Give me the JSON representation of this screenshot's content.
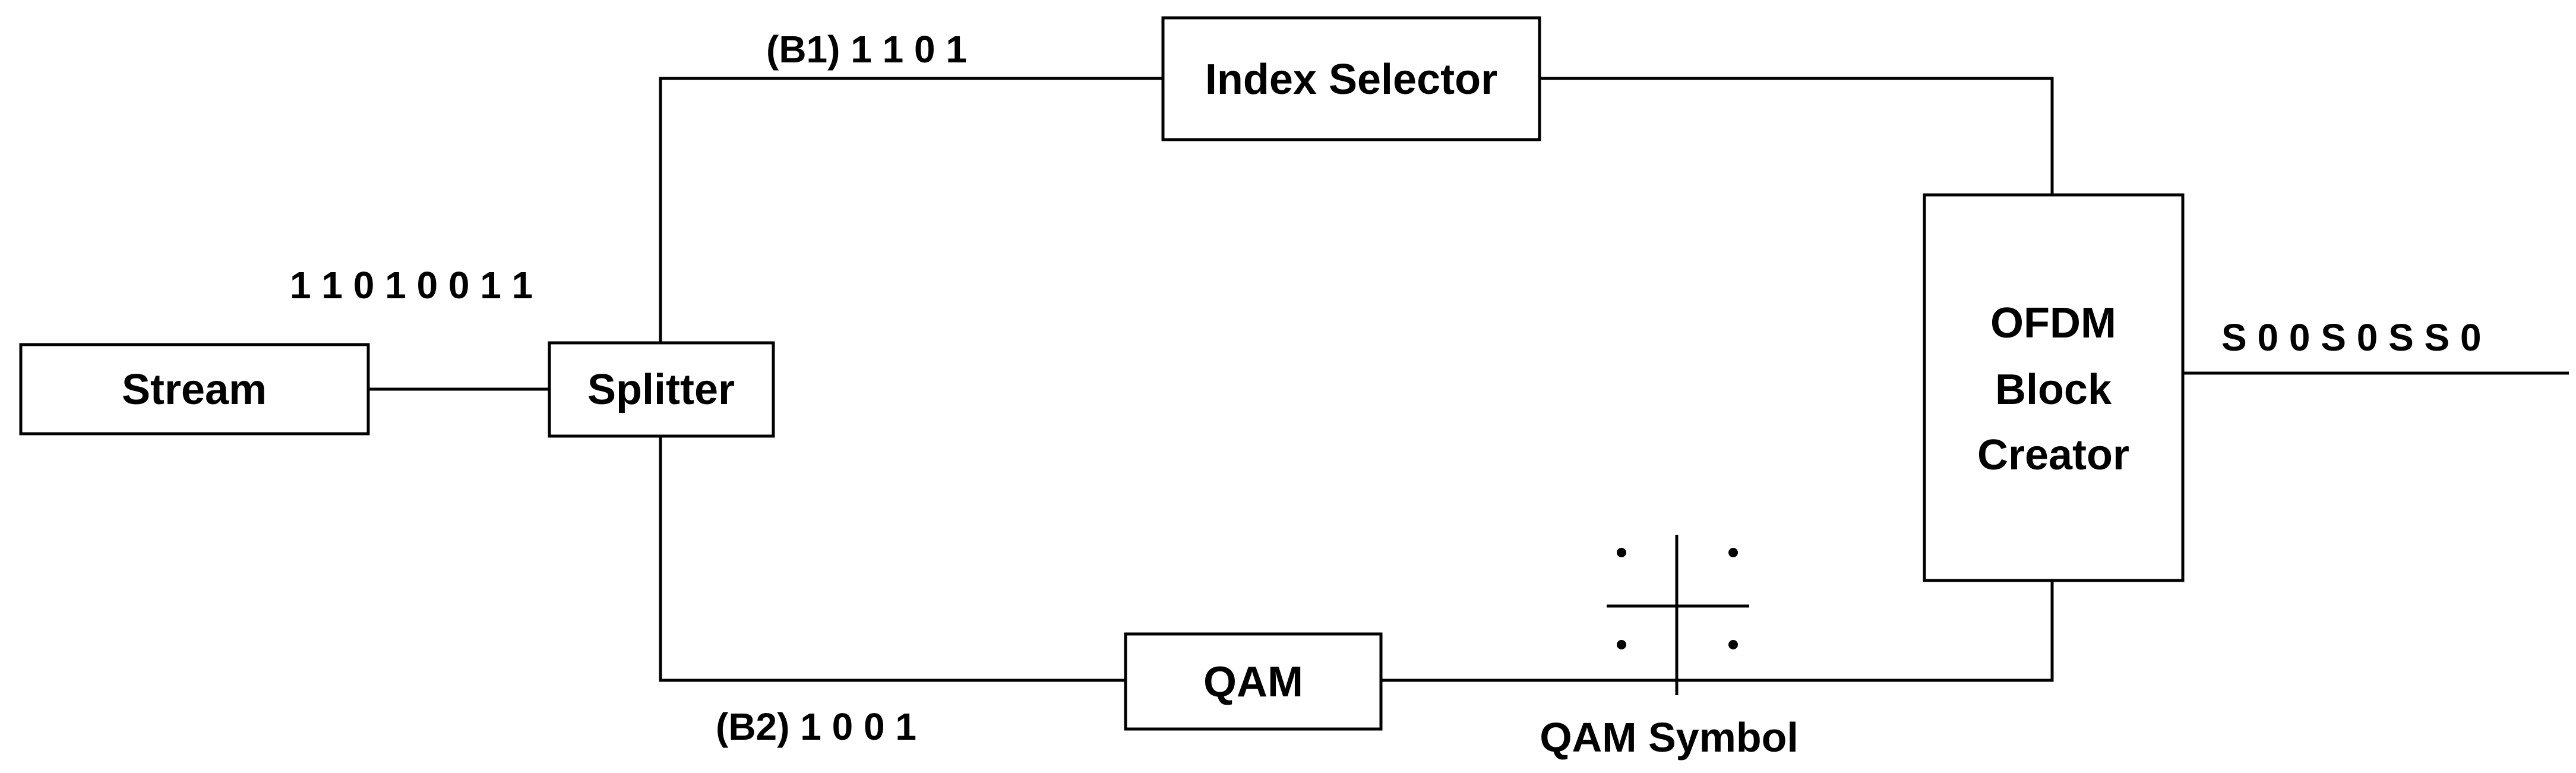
{
  "blocks": {
    "stream": "Stream",
    "splitter": "Splitter",
    "index_selector": "Index Selector",
    "qam": "QAM",
    "ofdm_line1": "OFDM",
    "ofdm_line2": "Block",
    "ofdm_line3": "Creator"
  },
  "labels": {
    "input_bits": "1 1 0 1 0 0 1 1",
    "b1_bits": "(B1) 1 1 0 1",
    "b2_bits": "(B2) 1 0 0 1",
    "qam_symbol": "QAM Symbol",
    "output_sequence": "S 0 0 S 0 S S 0"
  },
  "colors": {
    "stroke": "#000000",
    "background": "#ffffff"
  }
}
